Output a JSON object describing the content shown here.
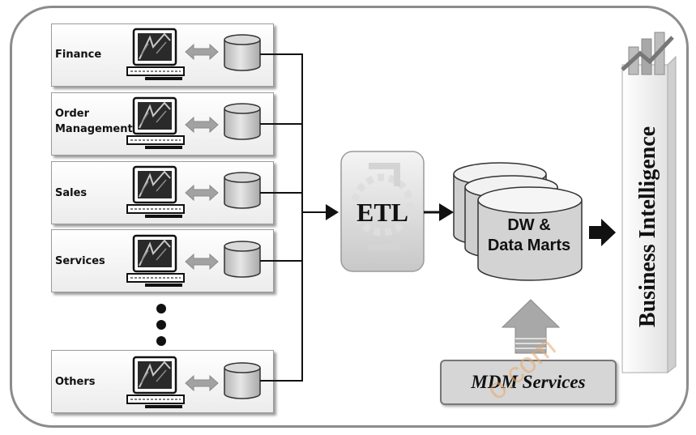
{
  "sources": [
    {
      "label": "Finance"
    },
    {
      "label": "Order\nManagement"
    },
    {
      "label": "Sales"
    },
    {
      "label": "Services"
    },
    {
      "label": "Others"
    }
  ],
  "etl": {
    "label": "ETL"
  },
  "warehouse": {
    "label": "DW &\nData Marts"
  },
  "bi": {
    "label": "Business Intelligence"
  },
  "mdm": {
    "label": "MDM Services"
  },
  "watermark": {
    "text": "o.com"
  },
  "colors": {
    "frame": "#8c8c8c",
    "arrow": "#111111",
    "cylinder": "#cfcfcf",
    "mdm_arrow": "#a8a8a8"
  }
}
